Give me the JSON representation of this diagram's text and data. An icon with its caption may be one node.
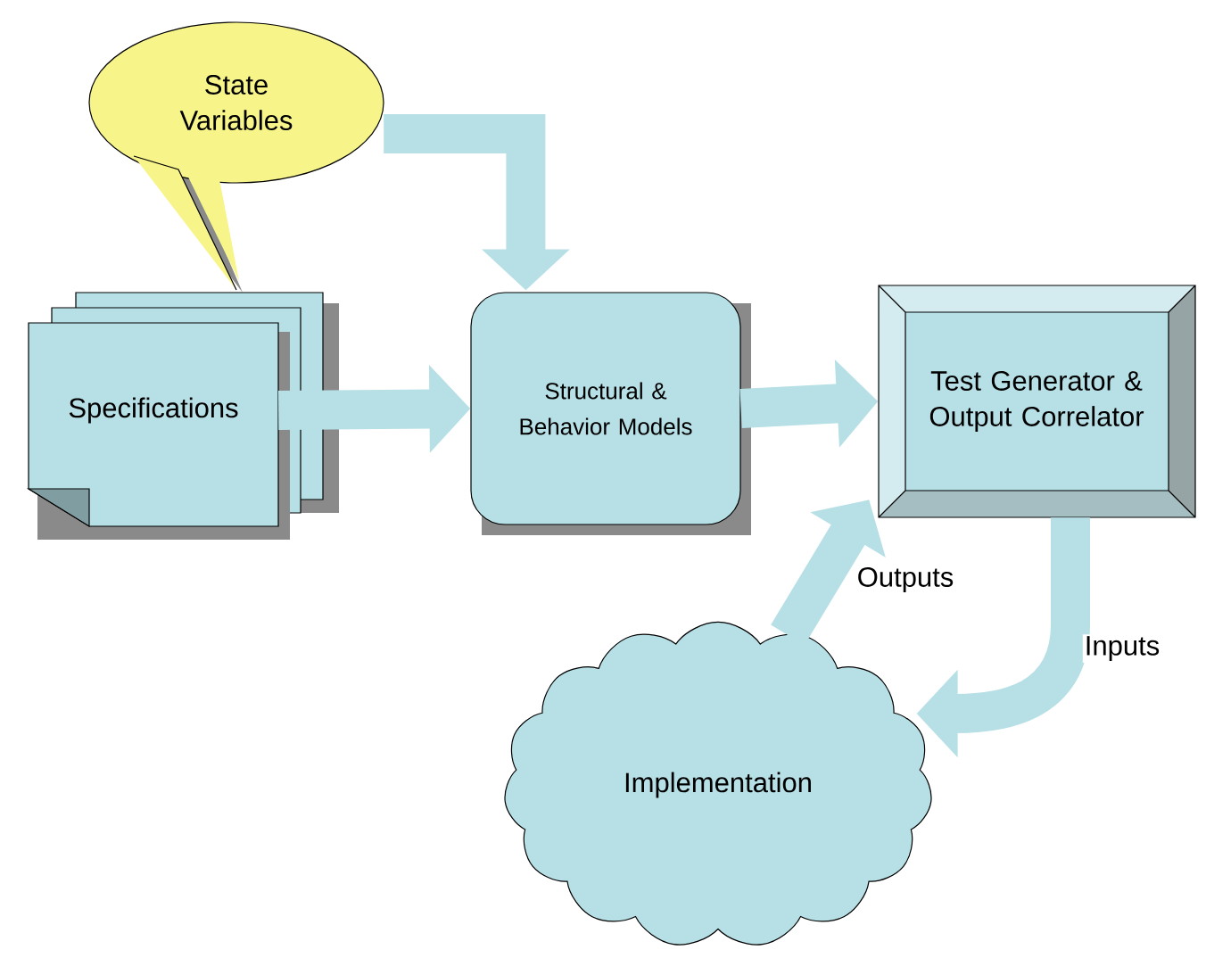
{
  "diagram": {
    "nodes": [
      {
        "text": [
          "State Variables"
        ]
      },
      {
        "text": [
          "Specifications"
        ]
      },
      {
        "text": [
          "Structural & Behavior Models"
        ]
      },
      {
        "text": [
          "Test Generator & Output Correlator"
        ]
      },
      {
        "text": [
          "Implementation"
        ]
      }
    ],
    "edges": [
      {
        "from": 0,
        "to": 2,
        "arrow": "to"
      },
      {
        "from": 1,
        "to": 2,
        "arrow": "to"
      },
      {
        "from": 2,
        "to": 3,
        "arrow": "to"
      },
      {
        "from": 4,
        "to": 3,
        "arrow": "to",
        "label": "Outputs"
      },
      {
        "from": 3,
        "to": 4,
        "arrow": "to",
        "label": "Inputs"
      }
    ]
  }
}
